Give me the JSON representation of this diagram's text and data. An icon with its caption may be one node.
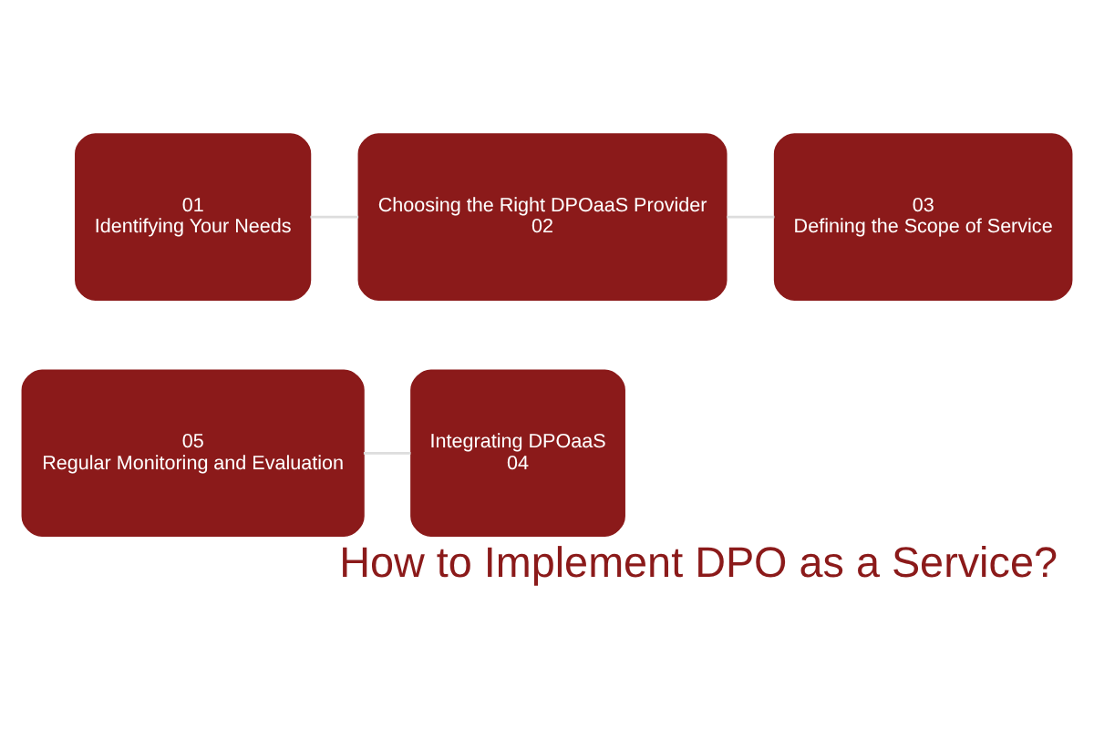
{
  "diagram": {
    "title": "How to Implement DPO as a Service?",
    "nodes": [
      {
        "text": [
          "01",
          "Identifying Your Needs"
        ]
      },
      {
        "text": [
          "Choosing the Right DPOaaS Provider",
          "02"
        ]
      },
      {
        "text": [
          "03",
          "Defining the Scope of Service"
        ]
      },
      {
        "text": [
          "05",
          "Regular Monitoring and Evaluation"
        ]
      },
      {
        "text": [
          "Integrating DPOaaS",
          "04"
        ]
      }
    ],
    "edges": [
      {
        "from": 0,
        "to": 1,
        "arrow": "none"
      },
      {
        "from": 1,
        "to": 2,
        "arrow": "none"
      },
      {
        "from": 3,
        "to": 4,
        "arrow": "none"
      }
    ]
  }
}
